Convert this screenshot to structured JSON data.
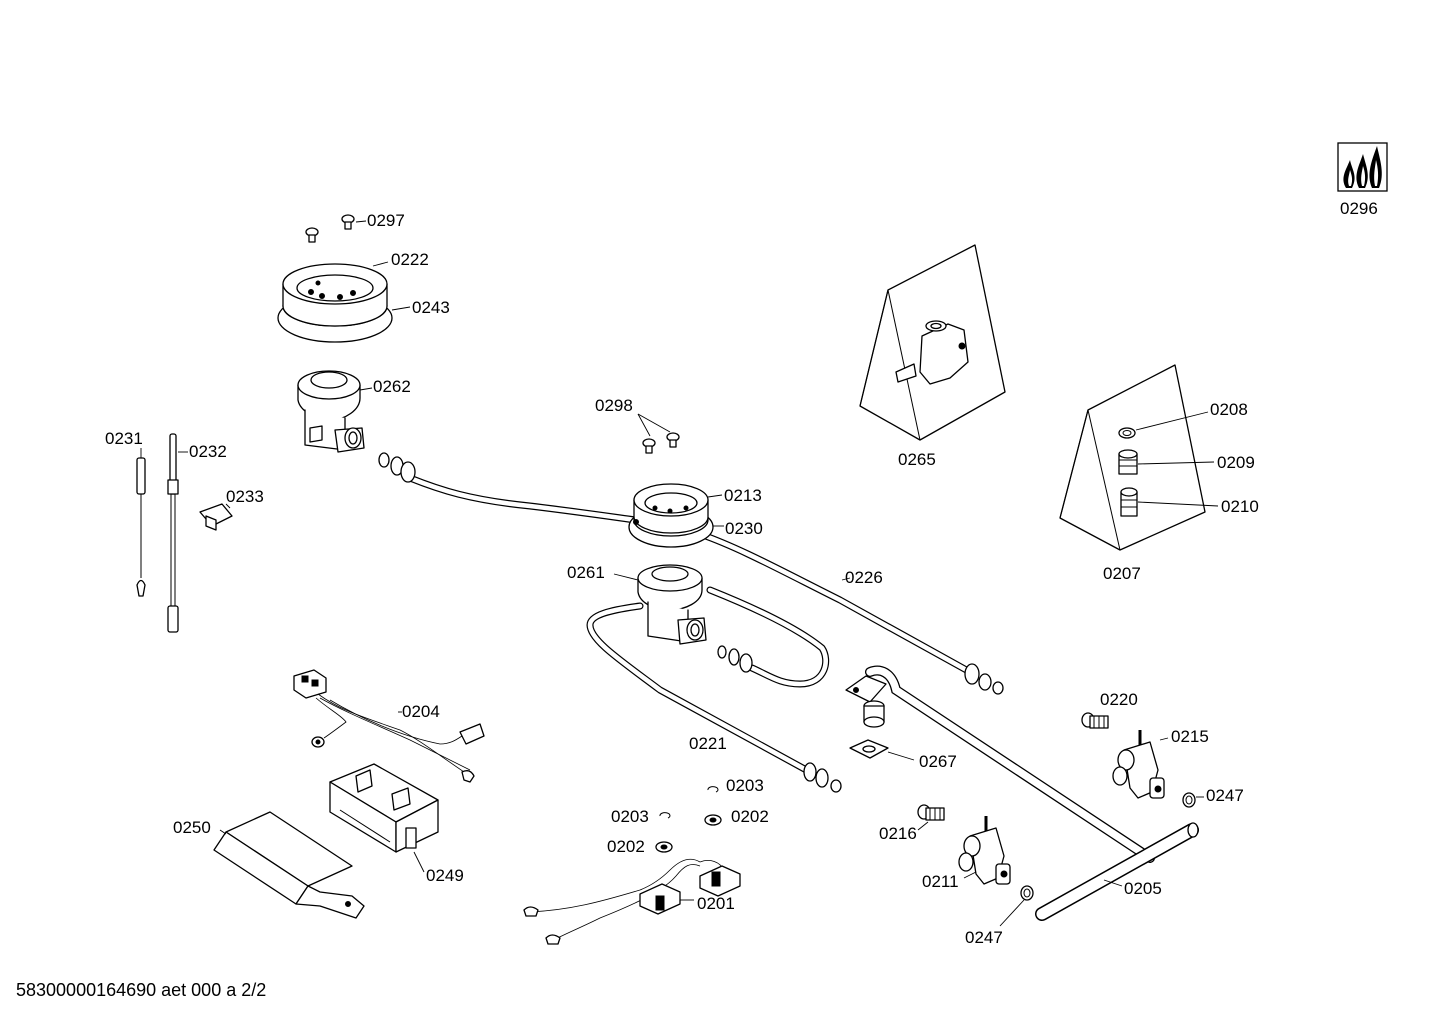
{
  "footer": {
    "document_id": "58300000164690 aet 000 a 2/2"
  },
  "logo": {
    "icon": "gas-flames-icon"
  },
  "callouts": {
    "c0296": "0296",
    "c0297": "0297",
    "c0222": "0222",
    "c0243": "0243",
    "c0262": "0262",
    "c0231": "0231",
    "c0232": "0232",
    "c0233": "0233",
    "c0298": "0298",
    "c0213": "0213",
    "c0230": "0230",
    "c0261": "0261",
    "c0226": "0226",
    "c0265": "0265",
    "c0208": "0208",
    "c0209": "0209",
    "c0210": "0210",
    "c0207": "0207",
    "c0204": "0204",
    "c0221": "0221",
    "c0250": "0250",
    "c0249": "0249",
    "c0203a": "0203",
    "c0203b": "0203",
    "c0202a": "0202",
    "c0202b": "0202",
    "c0201": "0201",
    "c0267": "0267",
    "c0220": "0220",
    "c0215": "0215",
    "c0247a": "0247",
    "c0247b": "0247",
    "c0216": "0216",
    "c0211": "0211",
    "c0205": "0205"
  }
}
